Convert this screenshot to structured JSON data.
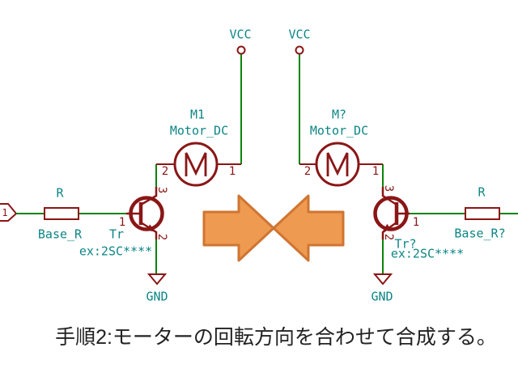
{
  "colors": {
    "symbol": "#8a1616",
    "wire": "#0c840c",
    "field": "#0d8585",
    "caption": "#222222",
    "arrow_fill": "#ee9a51",
    "arrow_stroke": "#cf7532"
  },
  "caption": "手順2:モーターの回転方向を合わせて合成する。",
  "left": {
    "vcc": "VCC",
    "gnd": "GND",
    "hier_pin": "1",
    "motor": {
      "ref": "M1",
      "value": "Motor_DC",
      "pin_left": "2",
      "pin_right": "1"
    },
    "resistor": {
      "ref": "R",
      "value": "Base_R"
    },
    "transistor": {
      "ref": "Tr",
      "value": "ex:2SC****",
      "pin_base": "1",
      "pin_collector": "3",
      "pin_emitter": "2"
    }
  },
  "right": {
    "vcc": "VCC",
    "gnd": "GND",
    "motor": {
      "ref": "M?",
      "value": "Motor_DC",
      "pin_left": "2",
      "pin_right": "1"
    },
    "resistor": {
      "ref": "R",
      "value": "Base_R?"
    },
    "transistor": {
      "ref": "Tr?",
      "value": "ex:2SC****",
      "pin_base": "1",
      "pin_collector": "3",
      "pin_emitter": "2"
    }
  }
}
